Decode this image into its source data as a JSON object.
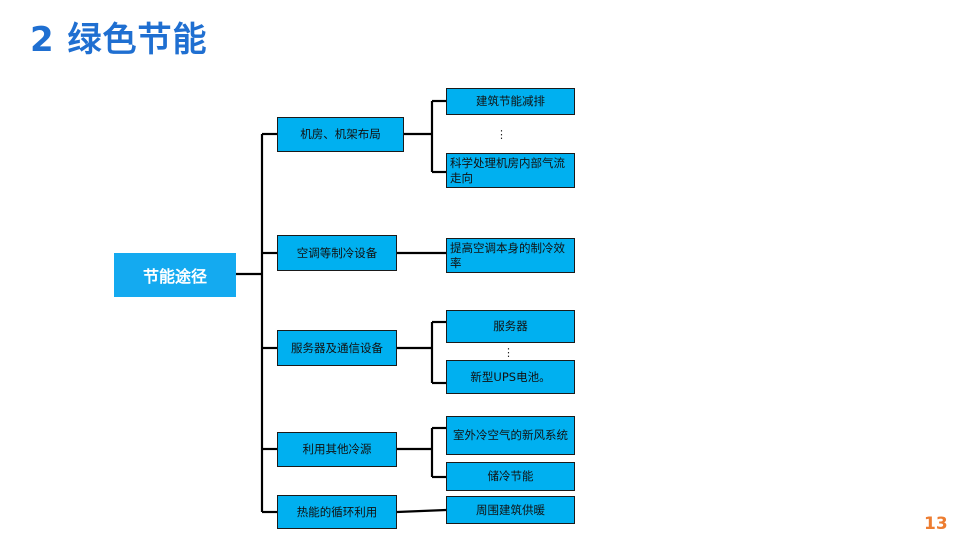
{
  "slide": {
    "title": "2 绿色节能",
    "page_number": "13"
  },
  "diagram": {
    "root": "节能途径",
    "branches": [
      {
        "label": "机房、机架布局",
        "children": [
          "建筑节能减排",
          "科学处理机房内部气流走向"
        ]
      },
      {
        "label": "空调等制冷设备",
        "children": [
          "提高空调本身的制冷效率"
        ]
      },
      {
        "label": "服务器及通信设备",
        "children": [
          "服务器",
          "新型UPS电池。"
        ]
      },
      {
        "label": "利用其他冷源",
        "children": [
          "室外冷空气的新风系统",
          "储冷节能"
        ]
      },
      {
        "label": "热能的循环利用",
        "children": [
          "周围建筑供暖"
        ]
      }
    ],
    "ellipsis": "⋮"
  },
  "colors": {
    "title": "#1f6fd1",
    "box_fill": "#00b0f0",
    "root_fill": "#14aaf0",
    "page_number": "#ed7d31"
  }
}
